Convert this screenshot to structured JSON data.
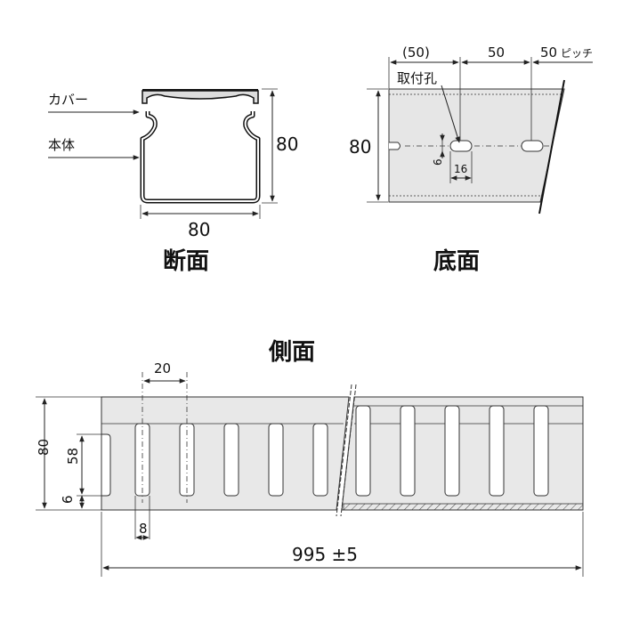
{
  "cross_section": {
    "title": "断面",
    "cover_label": "カバー",
    "body_label": "本体",
    "width": "80",
    "height": "80"
  },
  "bottom_view": {
    "title": "底面",
    "pitch_first": "(50)",
    "pitch_second": "50",
    "pitch_third": "50",
    "pitch_unit": "ピッチ",
    "hole_label": "取付孔",
    "height": "80",
    "hole_height": "6",
    "hole_length": "16"
  },
  "side_view": {
    "title": "側面",
    "slot_pitch": "20",
    "total_height": "80",
    "slot_height": "58",
    "base_height": "6",
    "slot_width": "8",
    "length": "995 ±5"
  }
}
